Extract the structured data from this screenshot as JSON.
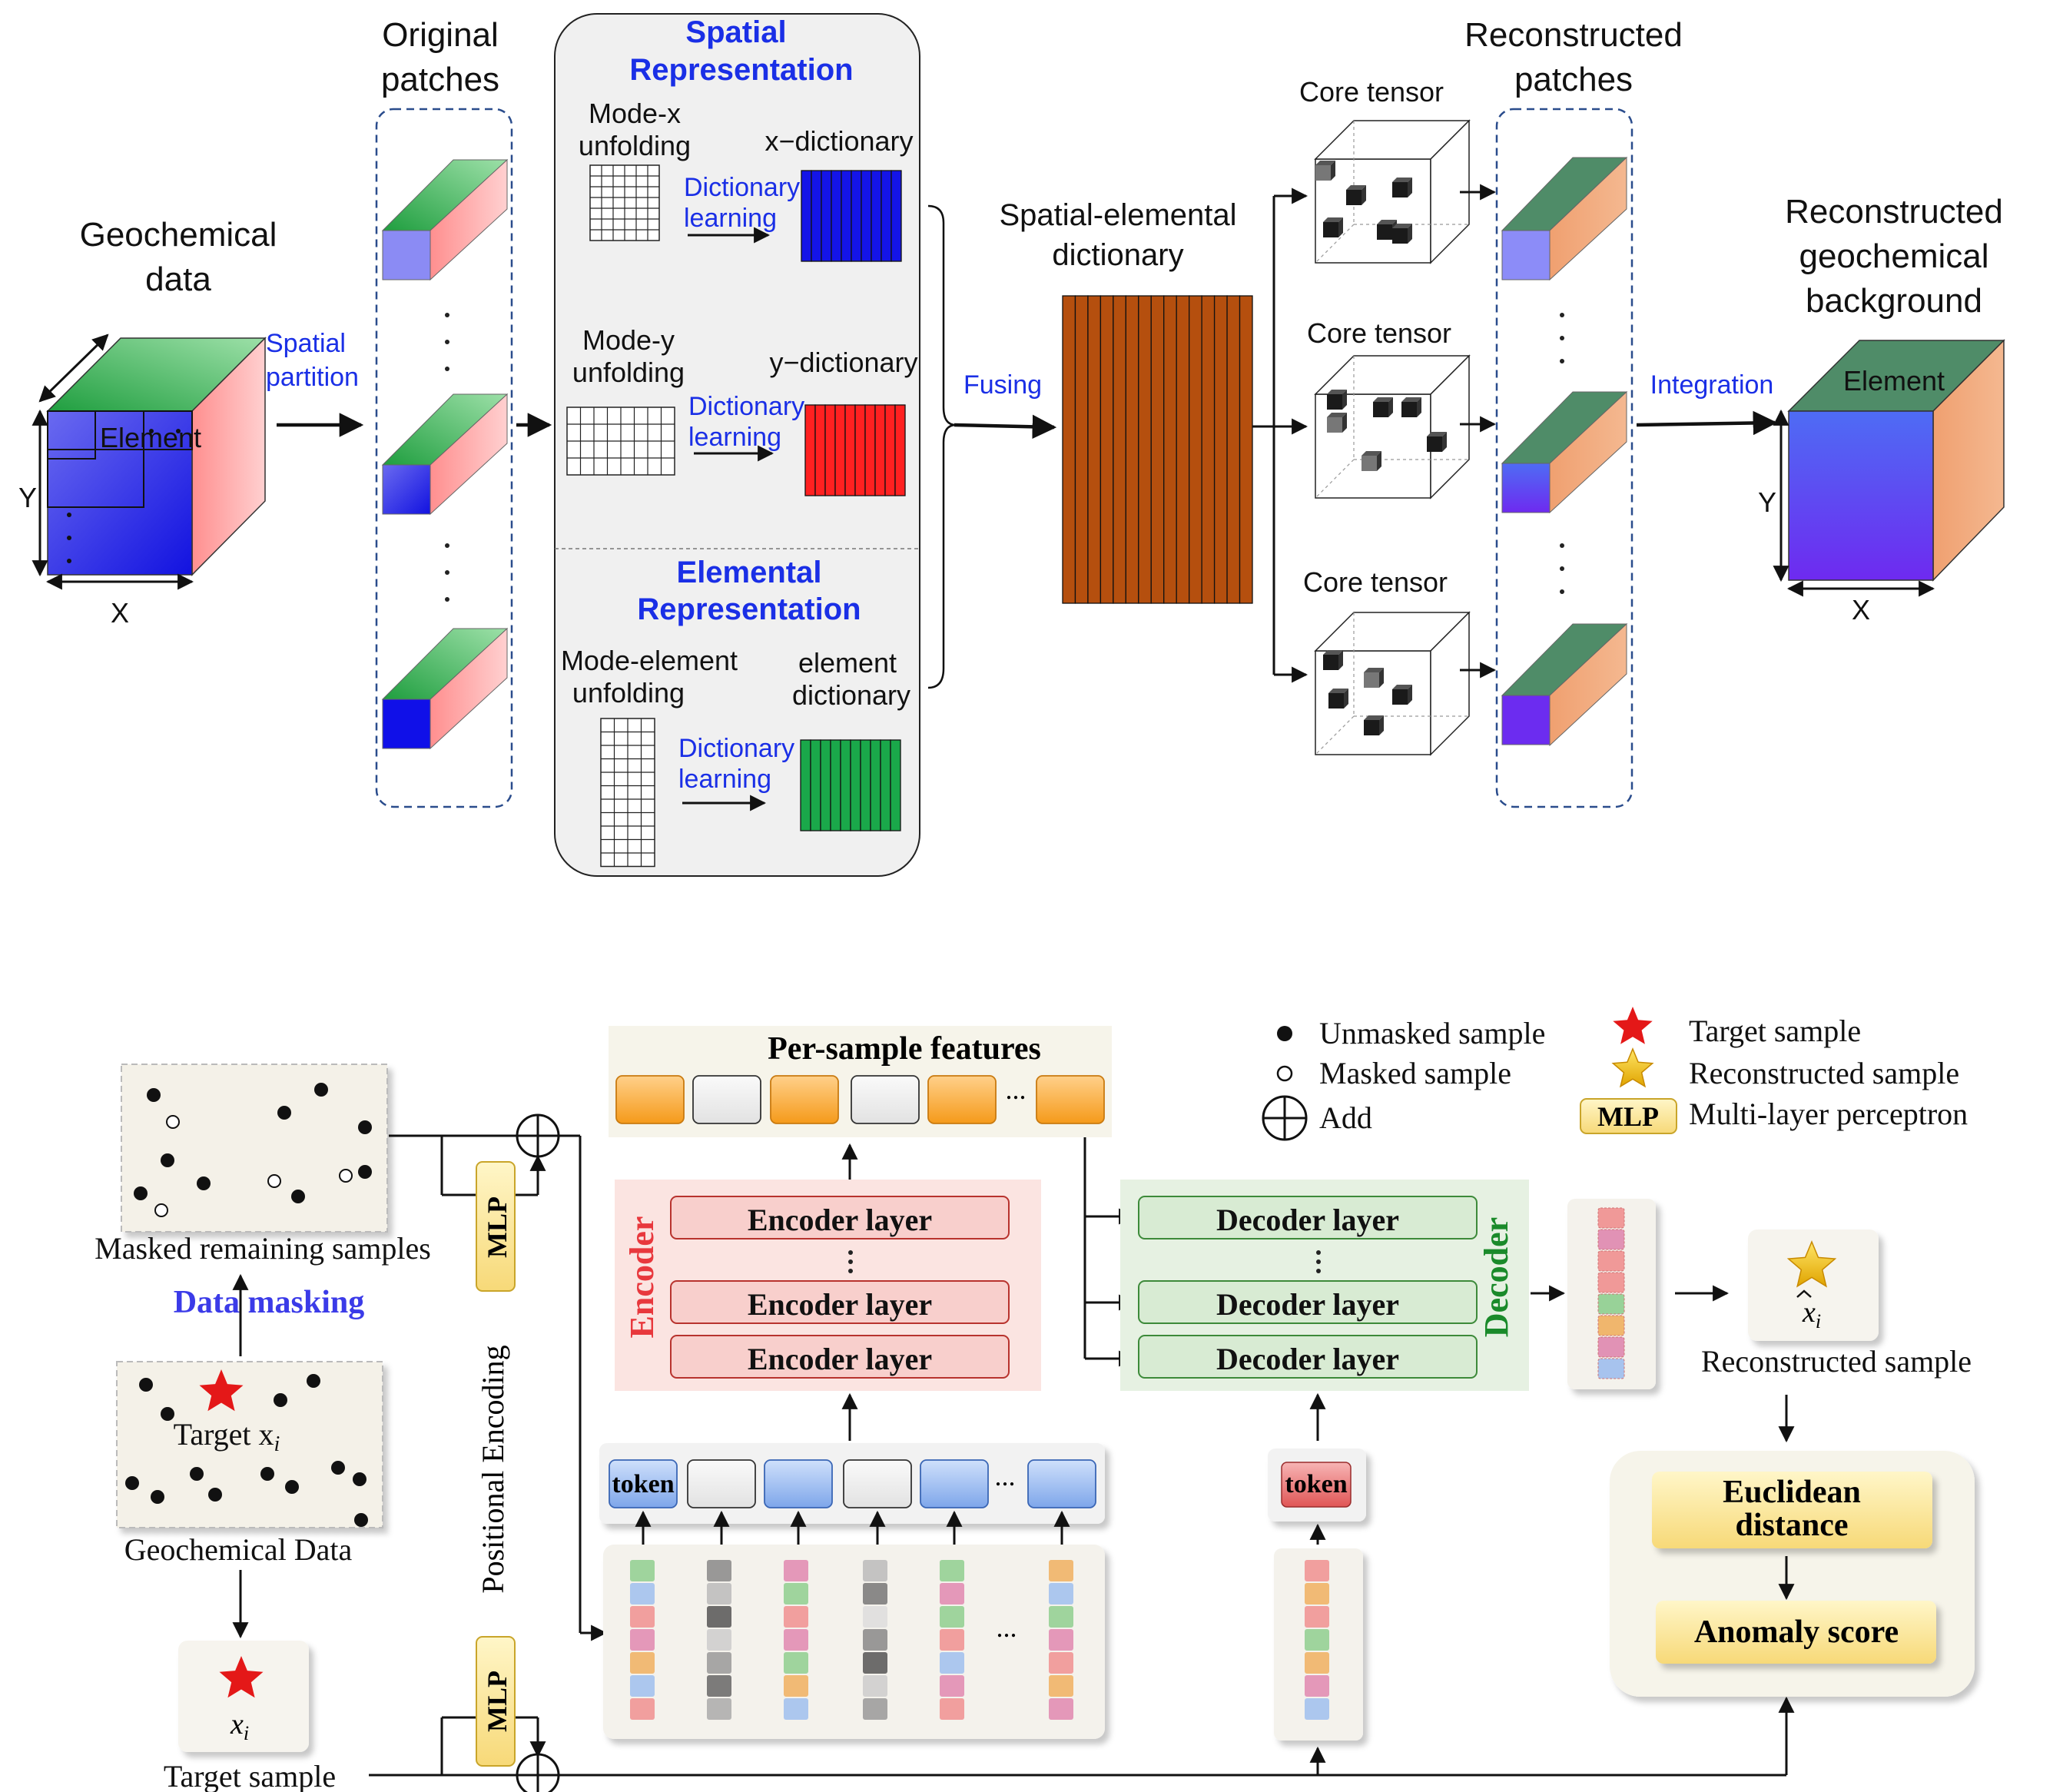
{
  "top": {
    "geochemical_data": [
      "Geochemical",
      "data"
    ],
    "element_label": "Element",
    "axis_x": "X",
    "axis_y": "Y",
    "spatial_partition": [
      "Spatial",
      "partition"
    ],
    "original_patches": [
      "Original",
      "patches"
    ],
    "spatial_representation": [
      "Spatial",
      "Representation"
    ],
    "mode_x_unfolding": [
      "Mode-x",
      "unfolding"
    ],
    "x_dictionary": "x−dictionary",
    "mode_y_unfolding": [
      "Mode-y",
      "unfolding"
    ],
    "y_dictionary": "y−dictionary",
    "dictionary_learning": [
      "Dictionary",
      "learning"
    ],
    "elemental_representation": [
      "Elemental",
      "Representation"
    ],
    "mode_element_unfolding": [
      "Mode-element",
      "unfolding"
    ],
    "element_dictionary": [
      "element",
      "dictionary"
    ],
    "fusing": "Fusing",
    "spatial_elemental_dictionary": [
      "Spatial-elemental",
      "dictionary"
    ],
    "core_tensor": "Core tensor",
    "reconstructed_patches": [
      "Reconstructed",
      "patches"
    ],
    "integration": "Integration",
    "reconstructed_background": [
      "Reconstructed",
      "geochemical",
      "background"
    ],
    "dots": ". . ."
  },
  "bottom": {
    "masked_remaining_samples": "Masked remaining samples",
    "data_masking": "Data masking",
    "target_xi": "Target x",
    "geochemical_data": "Geochemical Data",
    "target_sample": "Target sample",
    "xi": "x",
    "xi_sub": "i",
    "mlp": "MLP",
    "positional_encoding": "Positional Encoding",
    "per_sample_features": "Per-sample features",
    "encoder": "Encoder",
    "encoder_layer": "Encoder layer",
    "decoder": "Decoder",
    "decoder_layer": "Decoder layer",
    "token": "token",
    "ellipsis": "...",
    "reconstructed_sample": "Reconstructed sample",
    "euclidean_distance": [
      "Euclidean",
      "distance"
    ],
    "anomaly_score": "Anomaly score",
    "legend": {
      "unmasked": "Unmasked sample",
      "masked": "Masked sample",
      "add": "Add",
      "target": "Target sample",
      "reconstructed": "Reconstructed sample",
      "mlp_label": "MLP",
      "mlp_desc": "Multi-layer perceptron"
    }
  },
  "colors": {
    "blue_text": "#1a2fe6",
    "encoder_red": "#e8383d",
    "decoder_green": "#1a8a2a",
    "dictionary_brown": "#b54f0e"
  }
}
